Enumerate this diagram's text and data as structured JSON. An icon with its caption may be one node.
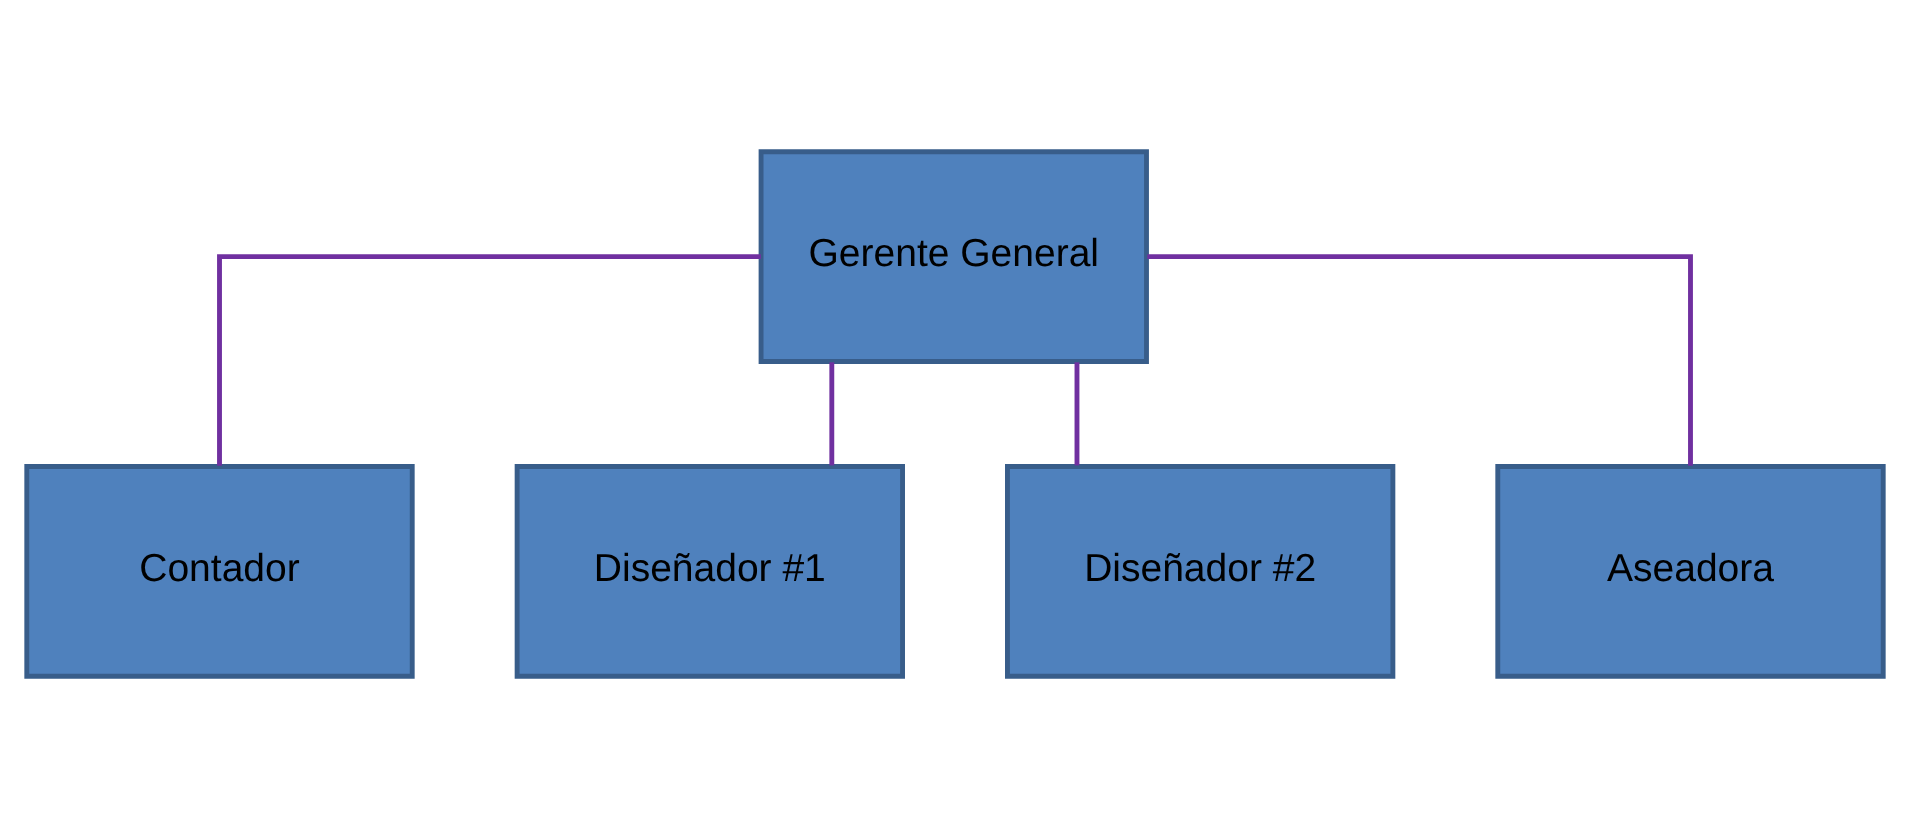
{
  "diagram": {
    "nodes": [
      {
        "text": [
          "Gerente General"
        ]
      },
      {
        "text": [
          "Contador"
        ]
      },
      {
        "text": [
          "Diseñador #1"
        ]
      },
      {
        "text": [
          "Diseñador #2"
        ]
      },
      {
        "text": [
          "Aseadora"
        ]
      }
    ],
    "edges": [
      {
        "from": 0,
        "to": 1,
        "arrow": "none"
      },
      {
        "from": 0,
        "to": 2,
        "arrow": "none"
      },
      {
        "from": 0,
        "to": 3,
        "arrow": "none"
      },
      {
        "from": 0,
        "to": 4,
        "arrow": "none"
      }
    ]
  }
}
